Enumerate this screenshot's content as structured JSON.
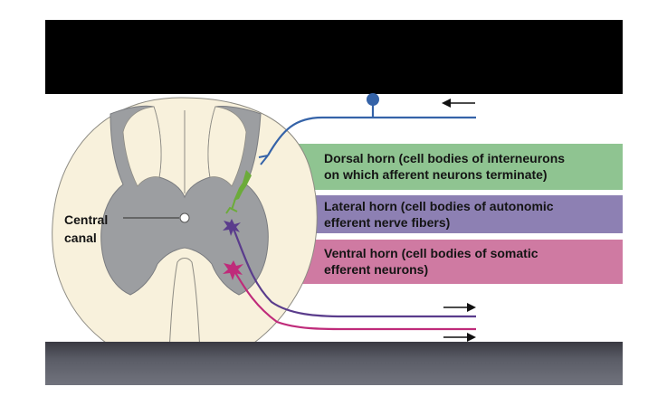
{
  "labels": {
    "central_canal": [
      "Central",
      "canal"
    ],
    "dorsal_horn": [
      "Dorsal horn (cell bodies of interneurons",
      "on which afferent neurons terminate)"
    ],
    "lateral_horn": [
      "Lateral horn (cell bodies of autonomic",
      "efferent nerve fibers)"
    ],
    "ventral_horn": [
      "Ventral horn (cell bodies of somatic",
      "efferent neurons)"
    ]
  },
  "colors": {
    "dorsal_band": "#8fc491",
    "lateral_band": "#8d80b3",
    "ventral_band": "#cf7aa2",
    "white_matter": "#f8f1dc",
    "grey_matter": "#9c9ea1",
    "afferent_neuron": "#3563a8",
    "interneuron": "#6cab3a",
    "autonomic_neuron": "#5a3c8c",
    "somatic_neuron": "#bf2b7a"
  },
  "icons": [
    "left-arrow-icon",
    "right-arrow-icon",
    "right-arrow-icon"
  ]
}
